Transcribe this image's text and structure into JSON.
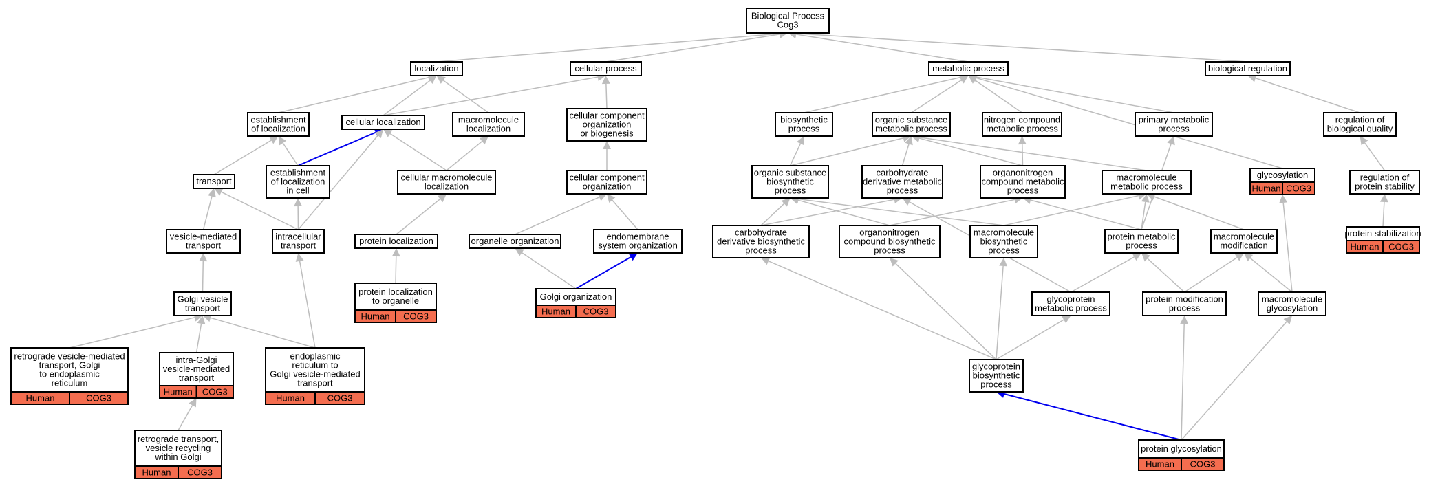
{
  "colors": {
    "annotation": "#f46d4f",
    "edge": "#bdbdbd",
    "highlight": "#0000ee"
  },
  "nodes": [
    {
      "id": "bp",
      "lines": [
        "Biological Process",
        "Cog3"
      ]
    },
    {
      "id": "localization",
      "lines": [
        "localization"
      ]
    },
    {
      "id": "cellproc",
      "lines": [
        "cellular process"
      ]
    },
    {
      "id": "metproc",
      "lines": [
        "metabolic process"
      ]
    },
    {
      "id": "bioreg",
      "lines": [
        "biological regulation"
      ]
    },
    {
      "id": "estloc",
      "lines": [
        "establishment",
        "of localization"
      ]
    },
    {
      "id": "cellloc",
      "lines": [
        "cellular localization"
      ]
    },
    {
      "id": "macloc",
      "lines": [
        "macromolecule",
        "localization"
      ]
    },
    {
      "id": "ccob",
      "lines": [
        "cellular component",
        "organization",
        "or biogenesis"
      ]
    },
    {
      "id": "biosyn",
      "lines": [
        "biosynthetic",
        "process"
      ]
    },
    {
      "id": "osmp",
      "lines": [
        "organic substance",
        "metabolic process"
      ]
    },
    {
      "id": "ncmp",
      "lines": [
        "nitrogen compound",
        "metabolic process"
      ]
    },
    {
      "id": "pmp",
      "lines": [
        "primary metabolic",
        "process"
      ]
    },
    {
      "id": "rbq",
      "lines": [
        "regulation of",
        "biological quality"
      ]
    },
    {
      "id": "transport",
      "lines": [
        "transport"
      ]
    },
    {
      "id": "estlocc",
      "lines": [
        "establishment",
        "of localization",
        "in cell"
      ]
    },
    {
      "id": "cml",
      "lines": [
        "cellular macromolecule",
        "localization"
      ]
    },
    {
      "id": "cco",
      "lines": [
        "cellular component",
        "organization"
      ]
    },
    {
      "id": "osbp",
      "lines": [
        "organic substance",
        "biosynthetic",
        "process"
      ]
    },
    {
      "id": "cdmp",
      "lines": [
        "carbohydrate",
        "derivative metabolic",
        "process"
      ]
    },
    {
      "id": "ocmp",
      "lines": [
        "organonitrogen",
        "compound metabolic",
        "process"
      ]
    },
    {
      "id": "mmp",
      "lines": [
        "macromolecule",
        "metabolic process"
      ]
    },
    {
      "id": "glyco",
      "lines": [
        "glycosylation"
      ],
      "tag": [
        "Human",
        "COG3"
      ]
    },
    {
      "id": "rps",
      "lines": [
        "regulation of",
        "protein stability"
      ]
    },
    {
      "id": "vmt",
      "lines": [
        "vesicle-mediated",
        "transport"
      ]
    },
    {
      "id": "ict",
      "lines": [
        "intracellular",
        "transport"
      ]
    },
    {
      "id": "protloc",
      "lines": [
        "protein localization"
      ]
    },
    {
      "id": "orgorg",
      "lines": [
        "organelle organization"
      ]
    },
    {
      "id": "endo",
      "lines": [
        "endomembrane",
        "system organization"
      ]
    },
    {
      "id": "cdbp",
      "lines": [
        "carbohydrate",
        "derivative biosynthetic",
        "process"
      ]
    },
    {
      "id": "ocbp",
      "lines": [
        "organonitrogen",
        "compound biosynthetic",
        "process"
      ]
    },
    {
      "id": "mbp",
      "lines": [
        "macromolecule",
        "biosynthetic",
        "process"
      ]
    },
    {
      "id": "protmp",
      "lines": [
        "protein metabolic",
        "process"
      ]
    },
    {
      "id": "macmod",
      "lines": [
        "macromolecule",
        "modification"
      ]
    },
    {
      "id": "pstab",
      "lines": [
        "protein stabilization"
      ],
      "tag": [
        "Human",
        "COG3"
      ]
    },
    {
      "id": "gvt",
      "lines": [
        "Golgi vesicle",
        "transport"
      ]
    },
    {
      "id": "plo",
      "lines": [
        "protein localization",
        "to organelle"
      ],
      "tag": [
        "Human",
        "COG3"
      ]
    },
    {
      "id": "golgiorg",
      "lines": [
        "Golgi organization"
      ],
      "tag": [
        "Human",
        "COG3"
      ]
    },
    {
      "id": "gpmp",
      "lines": [
        "glycoprotein",
        "metabolic process"
      ]
    },
    {
      "id": "pmodp",
      "lines": [
        "protein modification",
        "process"
      ]
    },
    {
      "id": "macglyco",
      "lines": [
        "macromolecule",
        "glycosylation"
      ]
    },
    {
      "id": "rvmt",
      "lines": [
        "retrograde vesicle-mediated",
        "transport, Golgi",
        "to endoplasmic",
        "reticulum"
      ],
      "tag": [
        "Human",
        "COG3"
      ]
    },
    {
      "id": "igvt",
      "lines": [
        "intra-Golgi",
        "vesicle-mediated",
        "transport"
      ],
      "tag": [
        "Human",
        "COG3"
      ]
    },
    {
      "id": "ergv",
      "lines": [
        "endoplasmic",
        "reticulum to",
        "Golgi vesicle-mediated",
        "transport"
      ],
      "tag": [
        "Human",
        "COG3"
      ]
    },
    {
      "id": "gpbp",
      "lines": [
        "glycoprotein",
        "biosynthetic",
        "process"
      ]
    },
    {
      "id": "rtvr",
      "lines": [
        "retrograde transport,",
        "vesicle recycling",
        "within Golgi"
      ],
      "tag": [
        "Human",
        "COG3"
      ]
    },
    {
      "id": "pglyco",
      "lines": [
        "protein glycosylation"
      ],
      "tag": [
        "Human",
        "COG3"
      ]
    }
  ]
}
